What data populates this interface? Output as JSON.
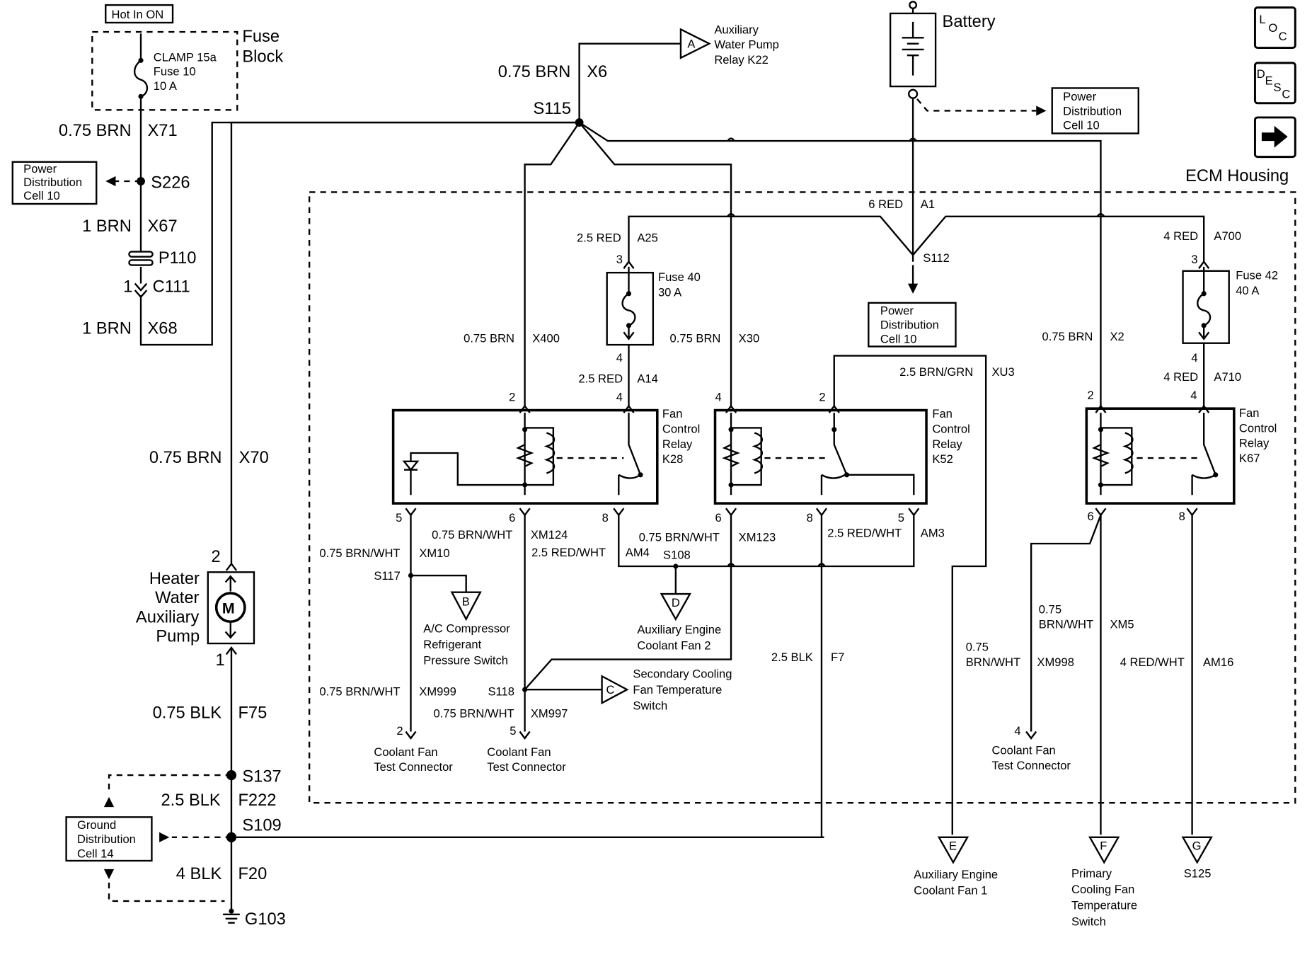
{
  "top": {
    "hot_label": "Hot In ON",
    "fuse_block": [
      "Fuse",
      "Block"
    ],
    "clamp": [
      "CLAMP 15a",
      "Fuse 10",
      "10 A"
    ],
    "battery": "Battery",
    "aux_pump_relay": [
      "Auxiliary",
      "Water Pump",
      "Relay K22"
    ],
    "pd_top": [
      "Power",
      "Distribution",
      "Cell 10"
    ],
    "pd_left": [
      "Power",
      "Distribution",
      "Cell 10"
    ],
    "pd_center": [
      "Power",
      "Distribution",
      "Cell 10"
    ],
    "ecm_housing": "ECM Housing"
  },
  "nav": {
    "loc": [
      "L",
      "O",
      "C"
    ],
    "desc": [
      "D",
      "E",
      "S",
      "C"
    ]
  },
  "wires": {
    "x71": [
      "0.75 BRN",
      "X71"
    ],
    "x67": [
      "1 BRN",
      "X67"
    ],
    "x68": [
      "1 BRN",
      "X68"
    ],
    "x70": [
      "0.75 BRN",
      "X70"
    ],
    "x6": [
      "0.75 BRN",
      "X6"
    ],
    "f75": [
      "0.75 BLK",
      "F75"
    ],
    "f222": [
      "2.5 BLK",
      "F222"
    ],
    "f20": [
      "4 BLK",
      "F20"
    ],
    "a1": [
      "6 RED",
      "A1"
    ],
    "a25": [
      "2.5 RED",
      "A25"
    ],
    "a14": [
      "2.5 RED",
      "A14"
    ],
    "a700": [
      "4 RED",
      "A700"
    ],
    "a710": [
      "4 RED",
      "A710"
    ],
    "x400": [
      "0.75 BRN",
      "X400"
    ],
    "x30": [
      "0.75 BRN",
      "X30"
    ],
    "x2": [
      "0.75 BRN",
      "X2"
    ],
    "xu3": [
      "2.5 BRN/GRN",
      "XU3"
    ],
    "xm124": [
      "0.75 BRN/WHT",
      "XM124"
    ],
    "xm10": [
      "0.75 BRN/WHT",
      "XM10"
    ],
    "am4": [
      "2.5 RED/WHT",
      "AM4"
    ],
    "xm123": [
      "0.75 BRN/WHT",
      "XM123"
    ],
    "am3": [
      "2.5 RED/WHT",
      "AM3"
    ],
    "xm999": [
      "0.75 BRN/WHT",
      "XM999"
    ],
    "xm997": [
      "0.75 BRN/WHT",
      "XM997"
    ],
    "f7": [
      "2.5 BLK",
      "F7"
    ],
    "xm998": [
      "0.75",
      "BRN/WHT",
      "XM998"
    ],
    "xm5": [
      "0.75",
      "BRN/WHT",
      "XM5"
    ],
    "am16": [
      "4 RED/WHT",
      "AM16"
    ]
  },
  "splices": {
    "s115": "S115",
    "s226": "S226",
    "p110": "P110",
    "c111": "C111",
    "s112": "S112",
    "s108": "S108",
    "s117": "S117",
    "s118": "S118",
    "s137": "S137",
    "s109": "S109",
    "g103": "G103"
  },
  "fuses": {
    "fuse40": [
      "Fuse 40",
      "30 A"
    ],
    "fuse42": [
      "Fuse 42",
      "40 A"
    ]
  },
  "relays": {
    "k28": [
      "Fan",
      "Control",
      "Relay",
      "K28"
    ],
    "k52": [
      "Fan",
      "Control",
      "Relay",
      "K52"
    ],
    "k67": [
      "Fan",
      "Control",
      "Relay",
      "K67"
    ]
  },
  "pins": {
    "c111": "1",
    "pump_top": "2",
    "pump_bot": "1",
    "f40_top": "3",
    "f40_bot": "4",
    "f42_top": "3",
    "f42_bot": "4",
    "k28_2": "2",
    "k28_4": "4",
    "k28_5": "5",
    "k28_6": "6",
    "k28_8": "8",
    "k52_4": "4",
    "k52_2": "2",
    "k52_6": "6",
    "k52_8": "8",
    "k52_5": "5",
    "k67_2": "2",
    "k67_4": "4",
    "k67_6": "6",
    "k67_8": "8",
    "tc1": "2",
    "tc2": "5",
    "tc3": "4"
  },
  "pump": [
    "Heater",
    "Water",
    "Auxiliary",
    "Pump"
  ],
  "motor_symbol": "M",
  "offpage": {
    "A": "A",
    "B": "B",
    "C": "C",
    "D": "D",
    "E": "E",
    "F": "F",
    "G": "G",
    "b_text": [
      "A/C Compressor",
      "Refrigerant",
      "Pressure Switch"
    ],
    "d_text": [
      "Auxiliary Engine",
      "Coolant Fan 2"
    ],
    "c_text": [
      "Secondary Cooling",
      "Fan Temperature",
      "Switch"
    ],
    "e_text": [
      "Auxiliary Engine",
      "Coolant Fan 1"
    ],
    "f_text": [
      "Primary",
      "Cooling Fan",
      "Temperature",
      "Switch"
    ],
    "g_text": [
      "S125"
    ]
  },
  "connectors": {
    "tc1": [
      "Coolant Fan",
      "Test Connector"
    ],
    "tc2": [
      "Coolant Fan",
      "Test Connector"
    ],
    "tc3": [
      "Coolant Fan",
      "Test Connector"
    ]
  },
  "ground_dist": [
    "Ground",
    "Distribution",
    "Cell 14"
  ]
}
